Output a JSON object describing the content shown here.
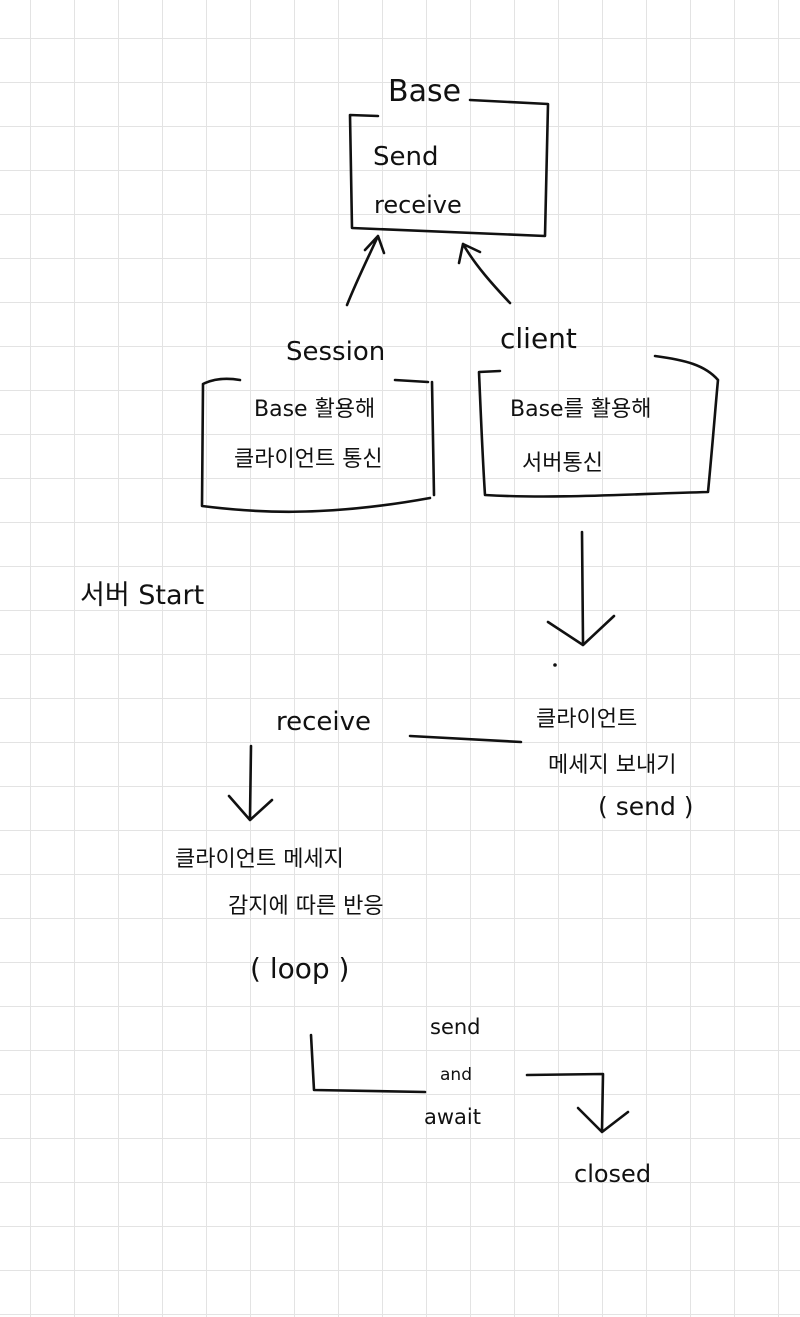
{
  "ink_color": "#111111",
  "grid_color": "#e3e3e3",
  "base": {
    "title": "Base",
    "line1": "Send",
    "line2": "receive"
  },
  "session": {
    "title": "Session",
    "line1": "Base 활용해",
    "line2": "클라이언트 통신"
  },
  "client": {
    "title": "client",
    "line1": "Base를 활용해",
    "line2": "서버통신"
  },
  "server_start": "서버 Start",
  "receive_label": "receive",
  "client_send": {
    "line1": "클라이언트",
    "line2": "메세지 보내기",
    "line3": "( send )"
  },
  "reaction": {
    "line1": "클라이언트 메세지",
    "line2": "감지에 따른 반응",
    "line3": "( loop )"
  },
  "send_and_await": {
    "line1": "send",
    "line2": "and",
    "line3": "await"
  },
  "closed_label": "closed"
}
